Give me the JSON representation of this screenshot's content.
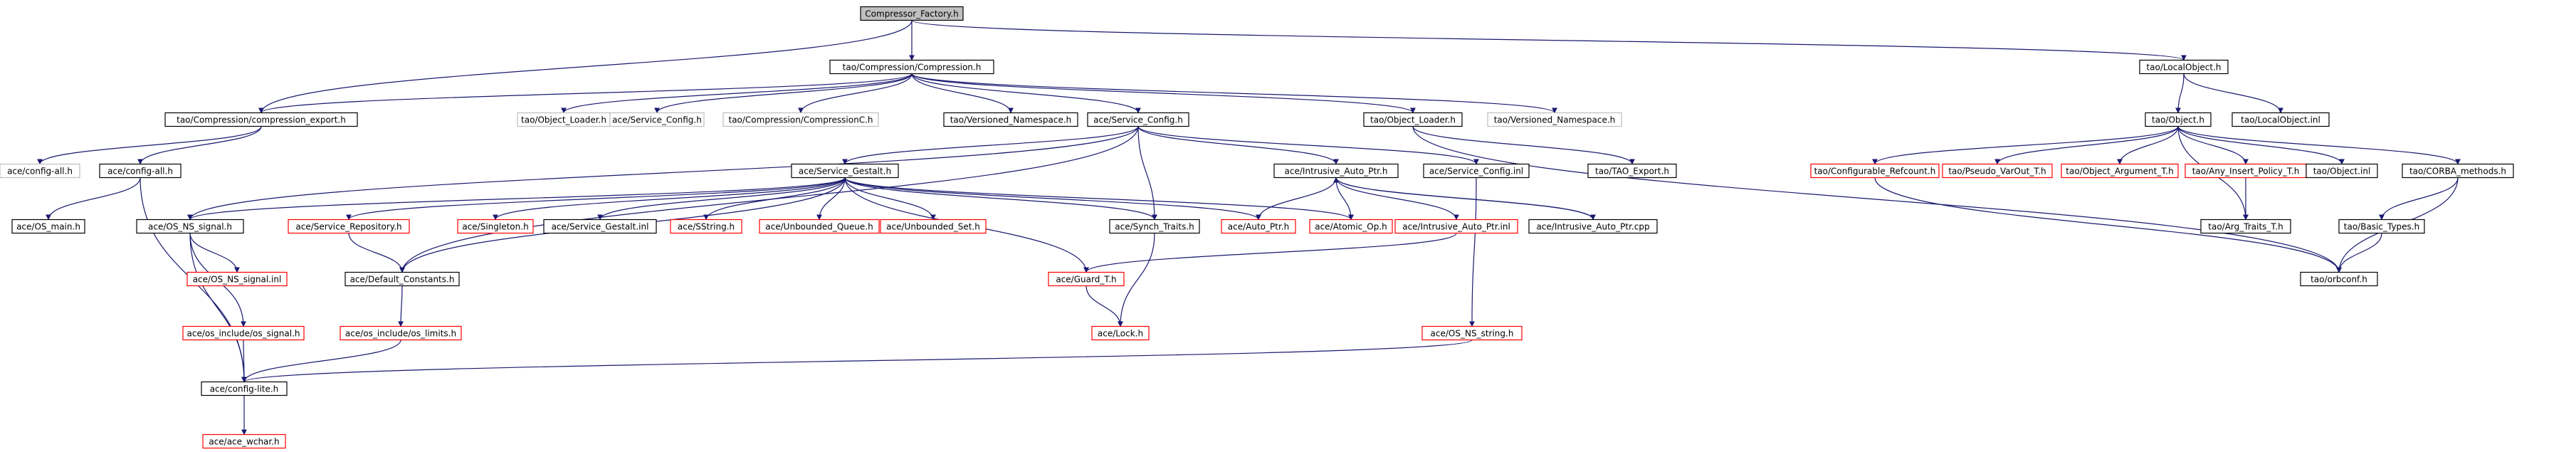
{
  "colors": {
    "edge": "#191970",
    "border_black": "#000000",
    "border_red": "#ff0000",
    "border_gray": "#bfbfbf",
    "root_fill": "#bfbfbf",
    "node_fill": "#ffffff"
  },
  "nodes": [
    {
      "id": "root",
      "label": "Compressor_Factory.h",
      "style": "root"
    },
    {
      "id": "comp",
      "label": "tao/Compression/Compression.h",
      "style": "black"
    },
    {
      "id": "lobj",
      "label": "tao/LocalObject.h",
      "style": "black"
    },
    {
      "id": "cexp",
      "label": "tao/Compression/compression_export.h",
      "style": "black"
    },
    {
      "id": "tol1",
      "label": "tao/Object_Loader.h",
      "style": "gray"
    },
    {
      "id": "asc1",
      "label": "ace/Service_Config.h",
      "style": "gray"
    },
    {
      "id": "tcc",
      "label": "tao/Compression/CompressionC.h",
      "style": "gray"
    },
    {
      "id": "tvns",
      "label": "tao/Versioned_Namespace.h",
      "style": "black"
    },
    {
      "id": "asc",
      "label": "ace/Service_Config.h",
      "style": "black"
    },
    {
      "id": "tol",
      "label": "tao/Object_Loader.h",
      "style": "black"
    },
    {
      "id": "tvns2",
      "label": "tao/Versioned_Namespace.h",
      "style": "gray"
    },
    {
      "id": "cfa1",
      "label": "ace/config-all.h",
      "style": "gray"
    },
    {
      "id": "cfa",
      "label": "ace/config-all.h",
      "style": "black"
    },
    {
      "id": "asg",
      "label": "ace/Service_Gestalt.h",
      "style": "black"
    },
    {
      "id": "iap",
      "label": "ace/Intrusive_Auto_Ptr.h",
      "style": "black"
    },
    {
      "id": "sci",
      "label": "ace/Service_Config.inl",
      "style": "black"
    },
    {
      "id": "tex",
      "label": "tao/TAO_Export.h",
      "style": "black"
    },
    {
      "id": "osm",
      "label": "ace/OS_main.h",
      "style": "black"
    },
    {
      "id": "onss",
      "label": "ace/OS_NS_signal.h",
      "style": "black"
    },
    {
      "id": "srep",
      "label": "ace/Service_Repository.h",
      "style": "red"
    },
    {
      "id": "sgl",
      "label": "ace/Singleton.h",
      "style": "red"
    },
    {
      "id": "sgi",
      "label": "ace/Service_Gestalt.inl",
      "style": "black"
    },
    {
      "id": "sst",
      "label": "ace/SString.h",
      "style": "red"
    },
    {
      "id": "uq",
      "label": "ace/Unbounded_Queue.h",
      "style": "red"
    },
    {
      "id": "us",
      "label": "ace/Unbounded_Set.h",
      "style": "red"
    },
    {
      "id": "syt",
      "label": "ace/Synch_Traits.h",
      "style": "black"
    },
    {
      "id": "aap",
      "label": "ace/Auto_Ptr.h",
      "style": "red"
    },
    {
      "id": "aop",
      "label": "ace/Atomic_Op.h",
      "style": "red"
    },
    {
      "id": "iapi",
      "label": "ace/Intrusive_Auto_Ptr.inl",
      "style": "red"
    },
    {
      "id": "iapc",
      "label": "ace/Intrusive_Auto_Ptr.cpp",
      "style": "black"
    },
    {
      "id": "onsi",
      "label": "ace/OS_NS_signal.inl",
      "style": "red"
    },
    {
      "id": "dc",
      "label": "ace/Default_Constants.h",
      "style": "black"
    },
    {
      "id": "gt",
      "label": "ace/Guard_T.h",
      "style": "red"
    },
    {
      "id": "ois",
      "label": "ace/os_include/os_signal.h",
      "style": "red"
    },
    {
      "id": "oil",
      "label": "ace/os_include/os_limits.h",
      "style": "red"
    },
    {
      "id": "lck",
      "label": "ace/Lock.h",
      "style": "red"
    },
    {
      "id": "onstr",
      "label": "ace/OS_NS_string.h",
      "style": "red"
    },
    {
      "id": "cfl",
      "label": "ace/config-lite.h",
      "style": "black"
    },
    {
      "id": "wch",
      "label": "ace/ace_wchar.h",
      "style": "red"
    },
    {
      "id": "tobj",
      "label": "tao/Object.h",
      "style": "black"
    },
    {
      "id": "loi",
      "label": "tao/LocalObject.inl",
      "style": "black"
    },
    {
      "id": "crc",
      "label": "tao/Configurable_Refcount.h",
      "style": "red"
    },
    {
      "id": "pvo",
      "label": "tao/Pseudo_VarOut_T.h",
      "style": "red"
    },
    {
      "id": "oat",
      "label": "tao/Object_Argument_T.h",
      "style": "red"
    },
    {
      "id": "aip",
      "label": "tao/Any_Insert_Policy_T.h",
      "style": "red"
    },
    {
      "id": "toi",
      "label": "tao/Object.inl",
      "style": "black"
    },
    {
      "id": "cm",
      "label": "tao/CORBA_methods.h",
      "style": "black"
    },
    {
      "id": "att",
      "label": "tao/Arg_Traits_T.h",
      "style": "black"
    },
    {
      "id": "bt",
      "label": "tao/Basic_Types.h",
      "style": "black"
    },
    {
      "id": "orb",
      "label": "tao/orbconf.h",
      "style": "black"
    }
  ],
  "edges": [
    [
      "root",
      "comp"
    ],
    [
      "root",
      "lobj"
    ],
    [
      "root",
      "cexp"
    ],
    [
      "comp",
      "cexp"
    ],
    [
      "comp",
      "tol1"
    ],
    [
      "comp",
      "asc1"
    ],
    [
      "comp",
      "tcc"
    ],
    [
      "comp",
      "tvns"
    ],
    [
      "comp",
      "asc"
    ],
    [
      "comp",
      "tol"
    ],
    [
      "comp",
      "tvns2"
    ],
    [
      "cexp",
      "cfa1"
    ],
    [
      "cexp",
      "cfa"
    ],
    [
      "cfa",
      "osm"
    ],
    [
      "cfa",
      "cfl"
    ],
    [
      "asc",
      "asg"
    ],
    [
      "asc",
      "iap"
    ],
    [
      "asc",
      "sci"
    ],
    [
      "asc",
      "onss"
    ],
    [
      "asc",
      "dc"
    ],
    [
      "asc",
      "syt"
    ],
    [
      "tol",
      "tex"
    ],
    [
      "tol",
      "orb"
    ],
    [
      "asg",
      "onss"
    ],
    [
      "asg",
      "srep"
    ],
    [
      "asg",
      "sgl"
    ],
    [
      "asg",
      "sgi"
    ],
    [
      "asg",
      "sst"
    ],
    [
      "asg",
      "uq"
    ],
    [
      "asg",
      "us"
    ],
    [
      "asg",
      "syt"
    ],
    [
      "asg",
      "aap"
    ],
    [
      "asg",
      "aop"
    ],
    [
      "asg",
      "dc"
    ],
    [
      "asg",
      "gt"
    ],
    [
      "iap",
      "aap"
    ],
    [
      "iap",
      "aop"
    ],
    [
      "iap",
      "iapi"
    ],
    [
      "iap",
      "iapc"
    ],
    [
      "iapc",
      "iap"
    ],
    [
      "sci",
      "onstr"
    ],
    [
      "onss",
      "onsi"
    ],
    [
      "onss",
      "ois"
    ],
    [
      "onss",
      "cfl"
    ],
    [
      "srep",
      "dc"
    ],
    [
      "dc",
      "oil"
    ],
    [
      "iapi",
      "gt"
    ],
    [
      "gt",
      "lck"
    ],
    [
      "syt",
      "lck"
    ],
    [
      "ois",
      "cfl"
    ],
    [
      "oil",
      "cfl"
    ],
    [
      "onstr",
      "cfl"
    ],
    [
      "cfl",
      "wch"
    ],
    [
      "lobj",
      "tobj"
    ],
    [
      "lobj",
      "loi"
    ],
    [
      "tobj",
      "crc"
    ],
    [
      "tobj",
      "pvo"
    ],
    [
      "tobj",
      "oat"
    ],
    [
      "tobj",
      "aip"
    ],
    [
      "tobj",
      "toi"
    ],
    [
      "tobj",
      "cm"
    ],
    [
      "tobj",
      "att"
    ],
    [
      "aip",
      "att"
    ],
    [
      "crc",
      "orb"
    ],
    [
      "cm",
      "bt"
    ],
    [
      "cm",
      "orb"
    ],
    [
      "bt",
      "orb"
    ]
  ]
}
